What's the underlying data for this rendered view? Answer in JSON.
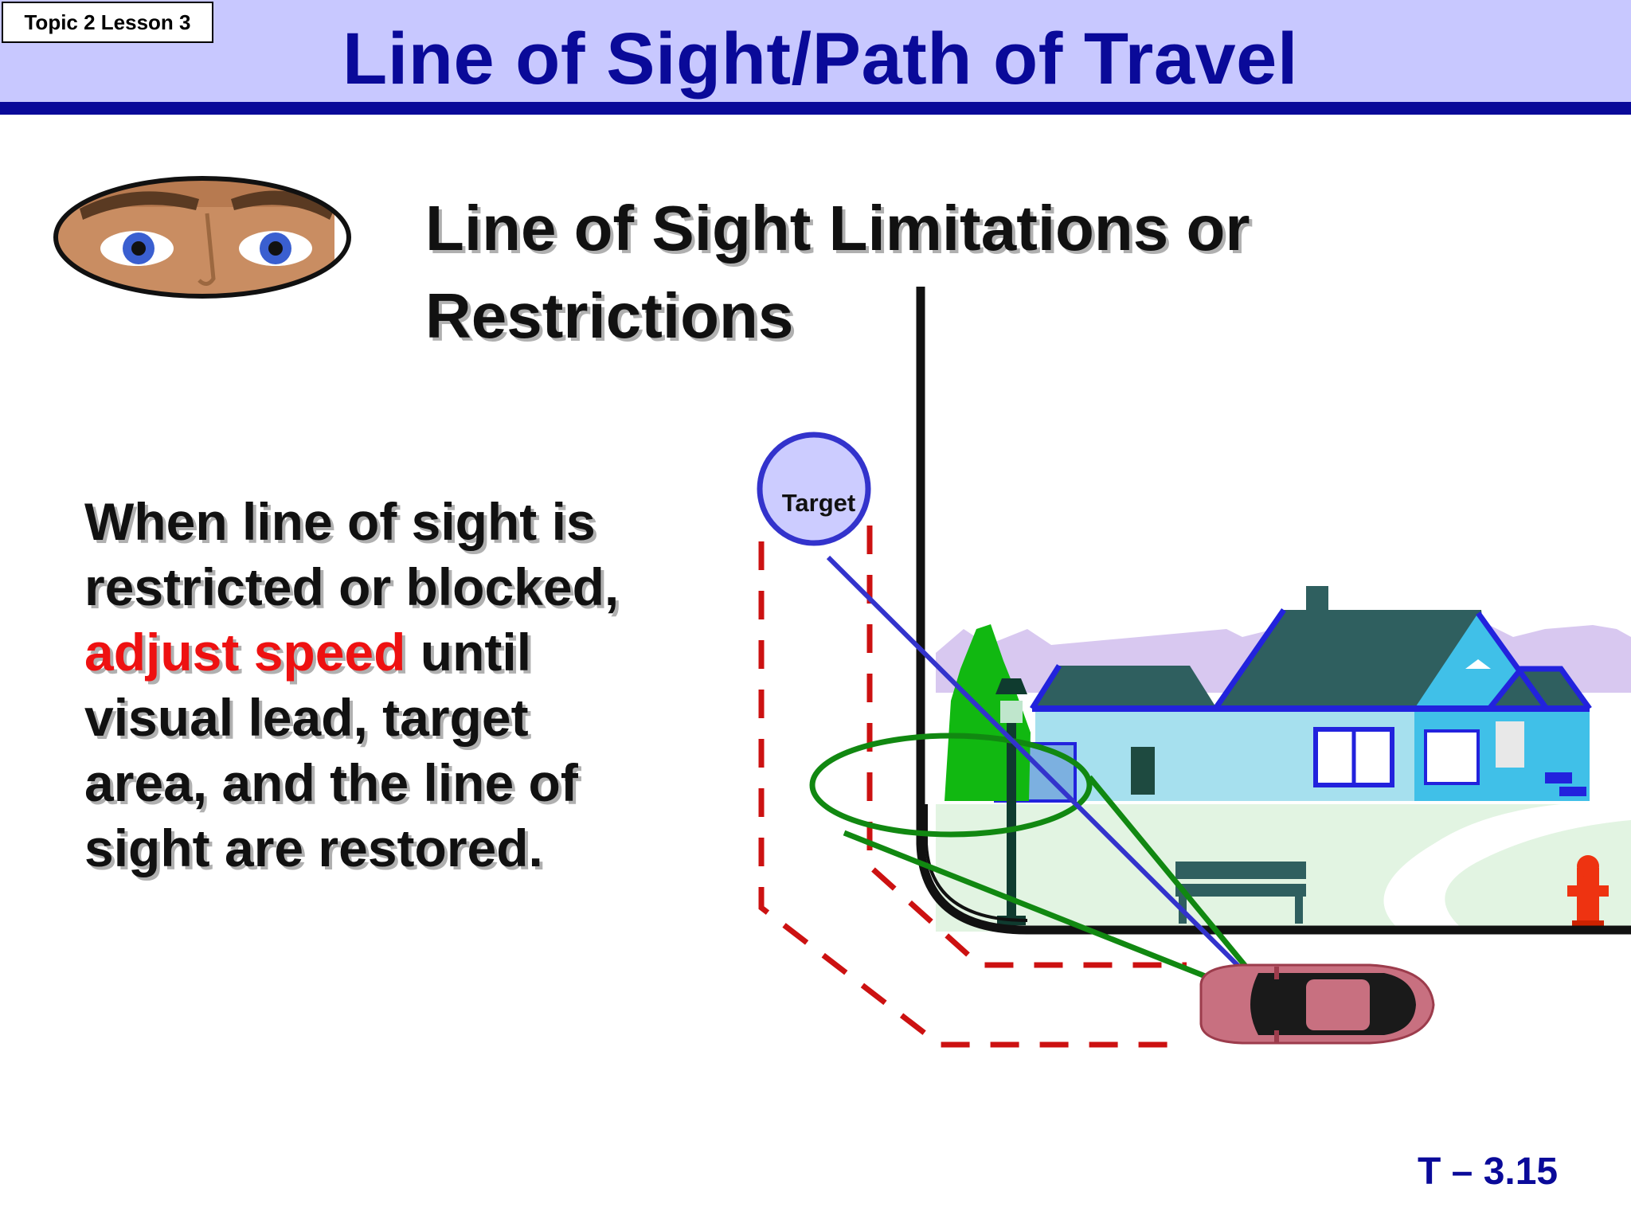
{
  "header": {
    "badge": "Topic 2 Lesson 3",
    "title": "Line of Sight/Path of Travel"
  },
  "subtitle": {
    "line1": "Line of Sight Limitations or",
    "line2": "Restrictions"
  },
  "body": {
    "part1": "When line of sight is restricted or blocked, ",
    "accent": "adjust speed",
    "part2": " until visual lead, target area, and the line of sight are restored."
  },
  "diagram": {
    "target_label": "Target"
  },
  "footer": {
    "slide_number": "T – 3.15"
  },
  "colors": {
    "header_bg": "#c8c8ff",
    "header_rule": "#0a0a99",
    "title": "#0a0a99",
    "accent": "#ee1111",
    "sight_line": "#3333cc",
    "search_zone": "#118811",
    "path_dash": "#cc1111"
  },
  "icons": [
    "eyes-image",
    "house-image",
    "tree-image",
    "lamp-post-image",
    "bench-image",
    "fire-hydrant-image",
    "car-image"
  ]
}
